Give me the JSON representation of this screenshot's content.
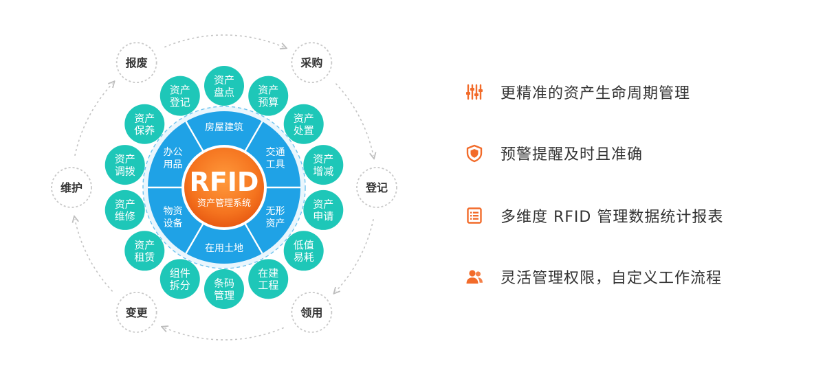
{
  "diagram": {
    "center": {
      "title": "RFID",
      "subtitle": "资产管理系统"
    },
    "inner_ring": [
      {
        "lines": [
          "房屋建筑"
        ]
      },
      {
        "lines": [
          "交通",
          "工具"
        ]
      },
      {
        "lines": [
          "无形",
          "资产"
        ]
      },
      {
        "lines": [
          "在用土地"
        ]
      },
      {
        "lines": [
          "物资",
          "设备"
        ]
      },
      {
        "lines": [
          "办公",
          "用品"
        ]
      }
    ],
    "bubbles": [
      {
        "lines": [
          "资产",
          "盘点"
        ]
      },
      {
        "lines": [
          "资产",
          "预算"
        ]
      },
      {
        "lines": [
          "资产",
          "处置"
        ]
      },
      {
        "lines": [
          "资产",
          "增减"
        ]
      },
      {
        "lines": [
          "资产",
          "申请"
        ]
      },
      {
        "lines": [
          "低值",
          "易耗"
        ]
      },
      {
        "lines": [
          "在建",
          "工程"
        ]
      },
      {
        "lines": [
          "条码",
          "管理"
        ]
      },
      {
        "lines": [
          "组件",
          "拆分"
        ]
      },
      {
        "lines": [
          "资产",
          "租赁"
        ]
      },
      {
        "lines": [
          "资产",
          "维修"
        ]
      },
      {
        "lines": [
          "资产",
          "调拨"
        ]
      },
      {
        "lines": [
          "资产",
          "保养"
        ]
      },
      {
        "lines": [
          "资产",
          "登记"
        ]
      }
    ],
    "lifecycle": [
      {
        "label": "采购"
      },
      {
        "label": "登记"
      },
      {
        "label": "领用"
      },
      {
        "label": "变更"
      },
      {
        "label": "维护"
      },
      {
        "label": "报废"
      }
    ]
  },
  "features": [
    {
      "icon": "sliders-icon",
      "text": "更精准的资产生命周期管理"
    },
    {
      "icon": "shield-icon",
      "text": "预警提醒及时且准确"
    },
    {
      "icon": "report-list-icon",
      "text": "多维度 RFID 管理数据统计报表"
    },
    {
      "icon": "users-icon",
      "text": "灵活管理权限，自定义工作流程"
    }
  ],
  "colors": {
    "accent_orange": "#f26b2a",
    "ring_blue": "#1fa2e6",
    "bubble_teal": "#1ec7b8",
    "lifecycle_border": "#c9c9c9",
    "text_dark": "#333333"
  }
}
